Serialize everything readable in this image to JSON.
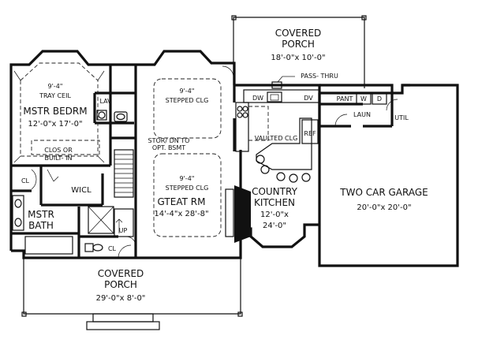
{
  "rooms": {
    "covered_porch_rear": {
      "title_line1": "COVERED",
      "title_line2": "PORCH",
      "dims": "18'-0\"x 10'-0\""
    },
    "pass_thru": "PASS- THRU",
    "mstr_bedrm": {
      "ceiling_line1": "9'-4\"",
      "ceiling_line2": "TRAY CEIL",
      "name": "MSTR BEDRM",
      "dims": "12'-0\"x 17'-0\"",
      "closet_line1": "CLOS OR",
      "closet_line2": "BUILT- IN"
    },
    "lav": "LAV",
    "stepped_clg_upper": {
      "line1": "9'-4\"",
      "line2": "STEPPED CLG"
    },
    "stor": {
      "line1": "STOR/ DN TO",
      "line2": "OPT. BSMT"
    },
    "dw1": "DW",
    "dw2": "DV",
    "pant": "PANT",
    "w": "W",
    "d": "D",
    "laun": "LAUN",
    "util": "UTIL",
    "vaulted": "VAULTED CLG",
    "ref": "REF",
    "cl_upper": "CL",
    "wicl": "WICL",
    "stepped_clg_lower": {
      "line1": "9'-4\"",
      "line2": "STEPPED CLG"
    },
    "great_rm": {
      "name": "GTEAT RM",
      "dims": "14'-4\"x 28'-8\""
    },
    "country_kitchen": {
      "name_line1": "COUNTRY",
      "name_line2": "KITCHEN",
      "dims_line1": "12'-0\"x",
      "dims_line2": "24'-0\""
    },
    "garage": {
      "name": "TWO CAR GARAGE",
      "dims": "20'-0\"x 20'-0\""
    },
    "mstr_bath": {
      "line1": "MSTR",
      "line2": "BATH"
    },
    "up": "UP",
    "cl_lower": "CL",
    "covered_porch_front": {
      "title_line1": "COVERED",
      "title_line2": "PORCH",
      "dims": "29'-0\"x 8'-0\""
    }
  }
}
